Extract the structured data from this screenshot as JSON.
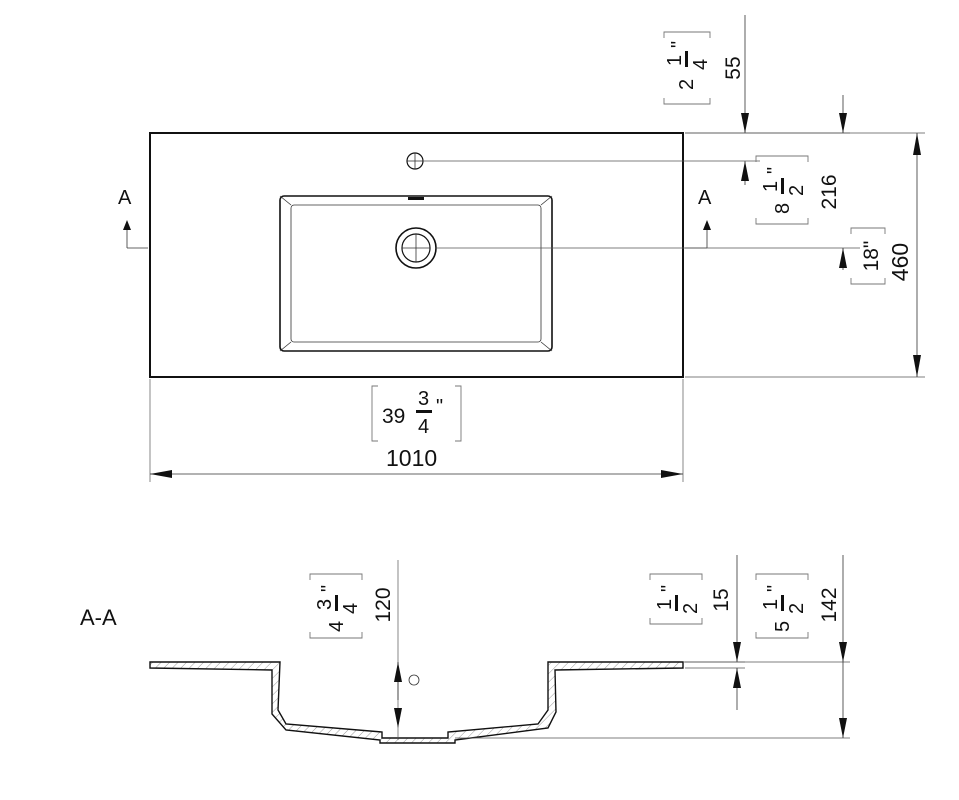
{
  "plan_view": {
    "width_mm": "1010",
    "width_in_whole": "39",
    "width_in_num": "3",
    "width_in_den": "4",
    "depth_mm": "460",
    "depth_in": "18\"",
    "tap_offset_mm": "55",
    "tap_offset_in_whole": "2",
    "tap_offset_in_num": "1",
    "tap_offset_in_den": "4",
    "drain_offset_mm": "216",
    "drain_offset_in_whole": "8",
    "drain_offset_in_num": "1",
    "drain_offset_in_den": "2",
    "section_marker": "A"
  },
  "section_view": {
    "title": "A-A",
    "bowl_depth_mm": "120",
    "bowl_depth_in_whole": "4",
    "bowl_depth_in_num": "3",
    "bowl_depth_in_den": "4",
    "top_thickness_mm": "15",
    "top_thickness_in_num": "1",
    "top_thickness_in_den": "2",
    "total_height_mm": "142",
    "total_height_in_whole": "5",
    "total_height_in_num": "1",
    "total_height_in_den": "2"
  },
  "inch_mark": "\""
}
